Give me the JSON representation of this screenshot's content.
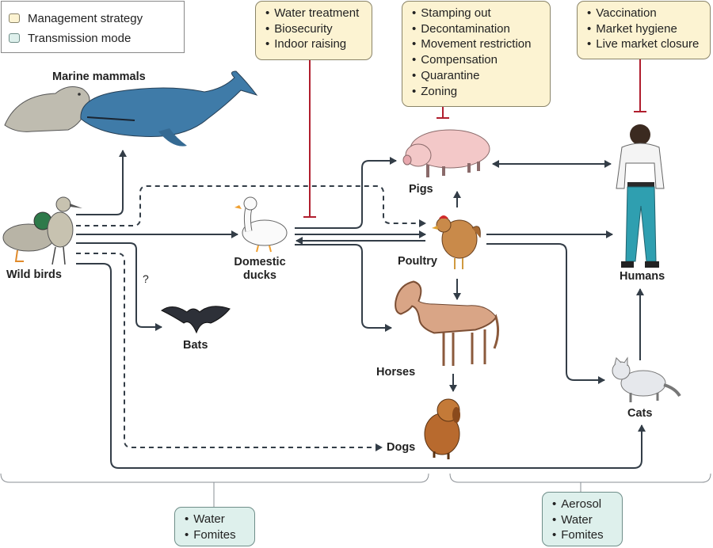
{
  "legend": {
    "management": "Management strategy",
    "transmission": "Transmission mode"
  },
  "colors": {
    "management_fill": "#fcf3d2",
    "transmission_fill": "#def0ec",
    "inhibit": "#b01e2e",
    "arrow": "#333d47"
  },
  "boxes": {
    "biosecurity": [
      "Water treatment",
      "Biosecurity",
      "Indoor raising"
    ],
    "pig_controls": [
      "Stamping out",
      "Decontamination",
      "Movement restriction",
      "Compensation",
      "Quarantine",
      "Zoning"
    ],
    "human_controls": [
      "Vaccination",
      "Market hygiene",
      "Live market closure"
    ],
    "transmission_left": [
      "Water",
      "Fomites"
    ],
    "transmission_right": [
      "Aerosol",
      "Water",
      "Fomites"
    ]
  },
  "labels": {
    "marine": "Marine mammals",
    "wild_birds": "Wild birds",
    "domestic_ducks_1": "Domestic",
    "domestic_ducks_2": "ducks",
    "bats": "Bats",
    "pigs": "Pigs",
    "poultry": "Poultry",
    "horses": "Horses",
    "dogs": "Dogs",
    "humans": "Humans",
    "cats": "Cats",
    "question": "?"
  },
  "icons": [
    "seal-icon",
    "whale-icon",
    "wild-birds-icon",
    "duck-icon",
    "bat-icon",
    "pig-icon",
    "chicken-icon",
    "horse-icon",
    "dog-icon",
    "human-icon",
    "cat-icon"
  ]
}
